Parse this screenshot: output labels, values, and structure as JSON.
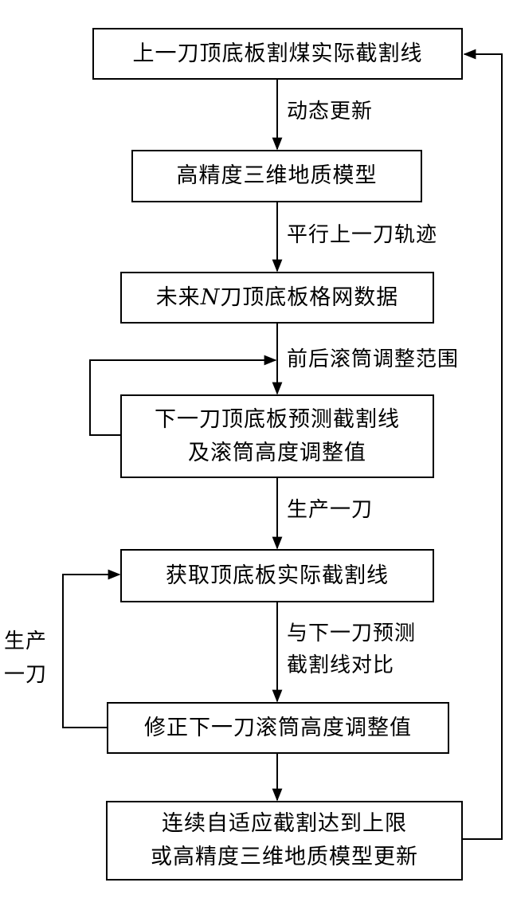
{
  "boxes": {
    "b1": {
      "line1": "上一刀顶底板割煤实际截割线"
    },
    "b2": {
      "line1": "高精度三维地质模型"
    },
    "b3": {
      "pre": "未来",
      "var": "N",
      "post": "刀顶底板格网数据"
    },
    "b4": {
      "line1": "下一刀顶底板预测截割线",
      "line2": "及滚筒高度调整值"
    },
    "b5": {
      "line1": "获取顶底板实际截割线"
    },
    "b6": {
      "line1": "修正下一刀滚筒高度调整值"
    },
    "b7": {
      "line1": "连续自适应截割达到上限",
      "line2": "或高精度三维地质模型更新"
    }
  },
  "labels": {
    "l1": "动态更新",
    "l2": "平行上一刀轨迹",
    "l3": "前后滚筒调整范围",
    "l4": "生产一刀",
    "l5a": "与下一刀预测",
    "l5b": "截割线对比",
    "loop_a": "生产",
    "loop_b": "一刀"
  }
}
